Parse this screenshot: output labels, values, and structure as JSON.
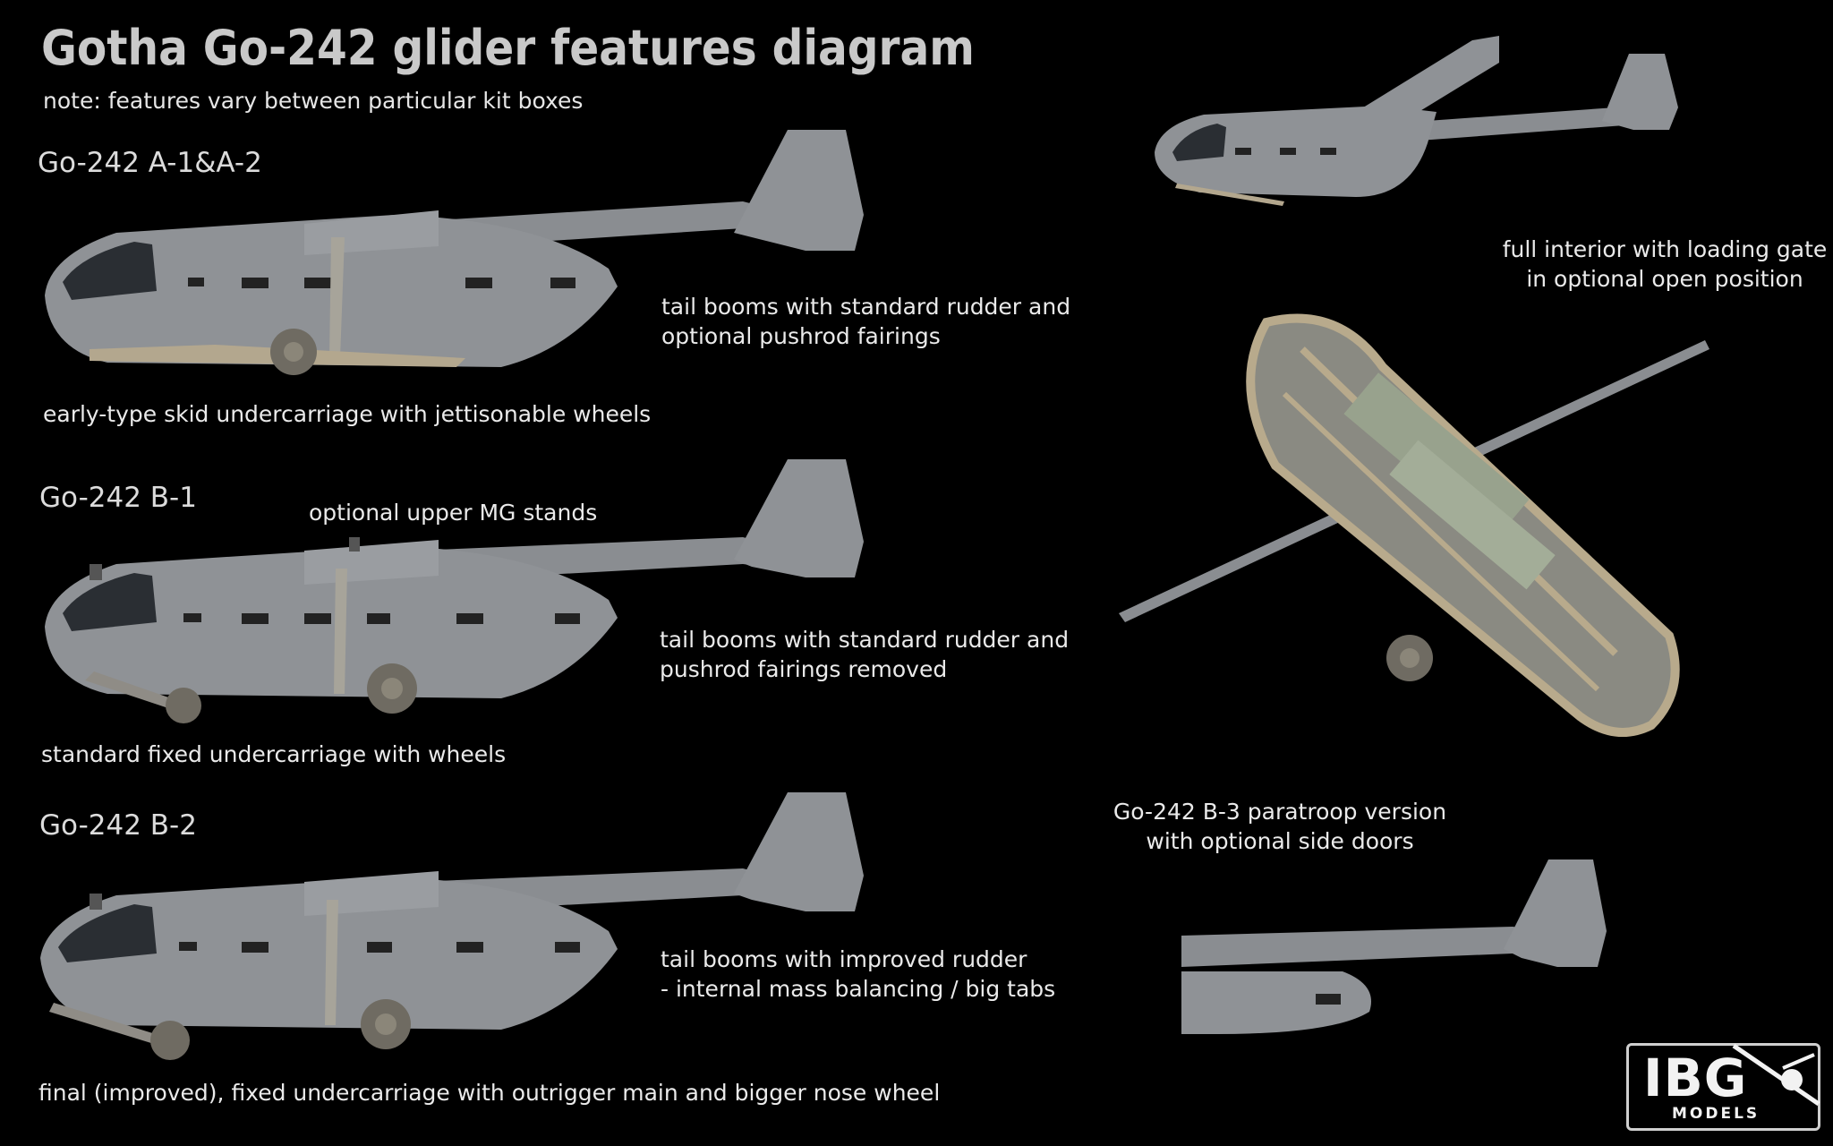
{
  "header": {
    "title": "Gotha Go-242 glider features diagram",
    "note": "note: features vary between particular kit boxes"
  },
  "variants": [
    {
      "name": "Go-242 A-1&A-2",
      "undercarriage_caption": "early-type skid undercarriage with jettisonable wheels",
      "tail_caption": "tail booms with standard rudder and\noptional pushrod fairings"
    },
    {
      "name": "Go-242 B-1",
      "mg_caption": "optional upper MG stands",
      "undercarriage_caption": "standard fixed undercarriage with wheels",
      "tail_caption": "tail booms with standard rudder and\npushrod fairings removed"
    },
    {
      "name": "Go-242 B-2",
      "undercarriage_caption": "final (improved), fixed undercarriage with outrigger main and bigger nose wheel",
      "tail_caption": "tail booms with improved rudder\n- internal mass balancing / big tabs"
    }
  ],
  "right_column": {
    "interior_caption": "full interior with loading gate\nin optional open position",
    "paratroop_caption": "Go-242 B-3 paratroop version\nwith optional side doors"
  },
  "logo": {
    "main": "IBG",
    "sub": "MODELS"
  },
  "colors": {
    "background": "#000000",
    "airframe_grey": "#8f9296",
    "frame_tan": "#b8aa8c",
    "text": "#e6e6e6"
  }
}
